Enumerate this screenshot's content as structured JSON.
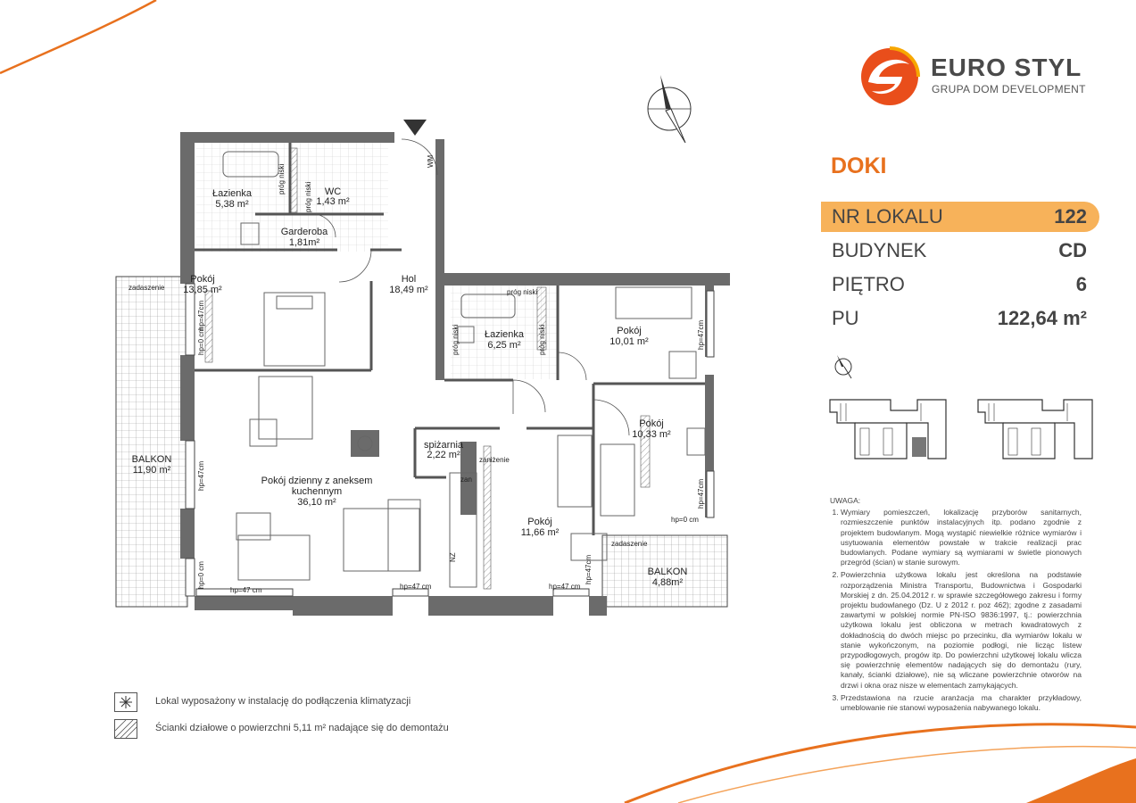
{
  "brand": {
    "name": "EURO STYL",
    "subtitle": "GRUPA DOM DEVELOPMENT",
    "accent": "#e8711e",
    "highlight": "#f7b25a"
  },
  "project": {
    "name": "DOKI"
  },
  "info": [
    {
      "label": "NR LOKALU",
      "value": "122"
    },
    {
      "label": "BUDYNEK",
      "value": "CD"
    },
    {
      "label": "PIĘTRO",
      "value": "6"
    },
    {
      "label": "PU",
      "value": "122,64 m²"
    }
  ],
  "rooms": {
    "lazienka1": {
      "name": "Łazienka",
      "area": "5,38 m²"
    },
    "wc": {
      "name": "WC",
      "area": "1,43 m²"
    },
    "garderoba": {
      "name": "Garderoba",
      "area": "1,81m²"
    },
    "pokoj1": {
      "name": "Pokój",
      "area": "13,85 m²"
    },
    "hol": {
      "name": "Hol",
      "area": "18,49 m²"
    },
    "lazienka2": {
      "name": "Łazienka",
      "area": "6,25 m²"
    },
    "pokoj2": {
      "name": "Pokój",
      "area": "10,01 m²"
    },
    "pokoj3": {
      "name": "Pokój",
      "area": "10,33 m²"
    },
    "spizarnia": {
      "name": "spiżarnia",
      "area": "2,22 m²"
    },
    "dzienny": {
      "name1": "Pokój dzienny z aneksem",
      "name2": "kuchennym",
      "area": "36,10 m²"
    },
    "pokoj4": {
      "name": "Pokój",
      "area": "11,66 m²"
    },
    "balkon1": {
      "name": "BALKON",
      "area": "11,90 m²"
    },
    "balkon2": {
      "name": "BALKON",
      "area": "4,88m²"
    }
  },
  "annotations": {
    "zadaszenie": "zadaszenie",
    "prog": "próg niski",
    "hp47": "hp=47 cm",
    "hp0": "hp=0 cm",
    "hp47b": "hp=47cm",
    "hp0b": "hp=0 cm",
    "zan": "zan",
    "zaniz": "zaniżenie",
    "nz": "NZ",
    "wm": "WM"
  },
  "notes": {
    "title": "UWAGA:",
    "items": [
      "Wymiary pomieszczeń, lokalizację przyborów sanitarnych, rozmieszczenie punktów instalacyjnych itp. podano zgodnie z projektem budowlanym. Mogą wystąpić niewielkie różnice wymiarów i usytuowania elementów powstałe w trakcie realizacji prac budowlanych. Podane wymiary są wymiarami w świetle pionowych przegród (ścian) w stanie surowym.",
      "Powierzchnia użytkowa lokalu jest określona na podstawie rozporządzenia Ministra Transportu, Budownictwa i Gospodarki Morskiej z dn. 25.04.2012 r. w sprawie szczegółowego zakresu i formy projektu budowlanego (Dz. U z 2012 r. poz 462); zgodne z zasadami zawartymi w polskiej normie PN-ISO 9836:1997, tj.: powierzchnia użytkowa lokalu jest obliczona w metrach kwadratowych z dokładnością do dwóch miejsc po przecinku, dla wymiarów lokalu w stanie wykończonym, na poziomie podłogi, nie licząc listew przypodłogowych, progów itp. Do powierzchni użytkowej lokalu wlicza się powierzchnię elementów nadających się do demontażu (rury, kanały, ścianki działowe), nie są wliczane powierzchnie otworów na drzwi i okna oraz nisze w elementach zamykających.",
      "Przedstawiona na rzucie aranżacja ma charakter przykładowy, umeblowanie nie stanowi wyposażenia nabywanego lokalu."
    ]
  },
  "legend": [
    {
      "icon": "asterisk-icon",
      "text": "Lokal wyposażony w instalację do podłączenia klimatyzacji"
    },
    {
      "icon": "hatch-icon",
      "text": "Ścianki działowe o powierzchni 5,11 m² nadające się do demontażu"
    }
  ]
}
